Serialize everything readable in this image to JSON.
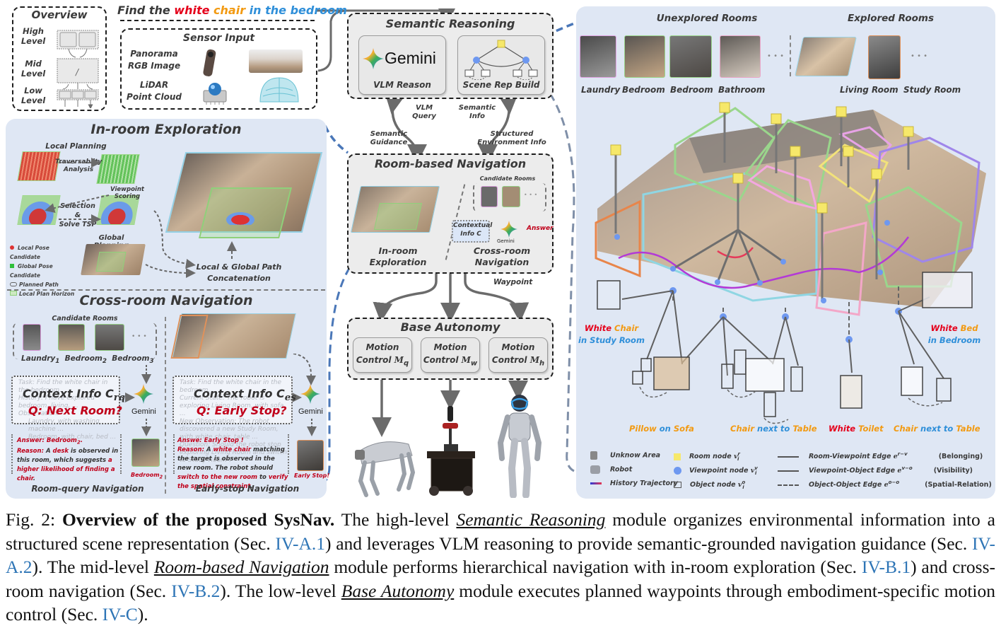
{
  "query": {
    "prefix": "Find the",
    "white": "white",
    "chair": "chair",
    "suffix": "in the bedroom"
  },
  "overview": {
    "title": "Overview",
    "levels": [
      "High\nLevel",
      "Mid\nLevel",
      "Low\nLevel"
    ],
    "high": "High",
    "mid": "Mid",
    "low": "Low",
    "level": "Level",
    "slash": "/"
  },
  "sensor": {
    "title": "Sensor Input",
    "rows": [
      {
        "line1": "Panorama",
        "line2": "RGB Image"
      },
      {
        "line1": "LiDAR",
        "line2": "Point Cloud"
      }
    ]
  },
  "semantic": {
    "title": "Semantic Reasoning",
    "vlm_label": "VLM Reason",
    "gemini": "Gemini",
    "scene_label": "Scene Rep Build",
    "arrows": {
      "vlm_query": [
        "VLM",
        "Query"
      ],
      "semantic_info": [
        "Semantic",
        "Info"
      ],
      "semantic_guidance": [
        "Semantic",
        "Guidance"
      ],
      "structured": [
        "Structured",
        "Environment Info"
      ]
    }
  },
  "room_nav": {
    "title": "Room-based Navigation",
    "candidate_rooms": "Candidate Rooms",
    "contextual": [
      "Contextual",
      "Info C"
    ],
    "answer": "Answer",
    "gemini": "Gemini",
    "inroom": [
      "In-room",
      "Exploration"
    ],
    "crossroom": [
      "Cross-room",
      "Navigation"
    ],
    "waypoint": "Waypoint"
  },
  "base": {
    "title": "Base Autonomy",
    "controls": [
      {
        "line1": "Motion",
        "line2": "Control",
        "sym": "M",
        "sub": "q"
      },
      {
        "line1": "Motion",
        "line2": "Control",
        "sym": "M",
        "sub": "w"
      },
      {
        "line1": "Motion",
        "line2": "Control",
        "sym": "M",
        "sub": "h"
      }
    ],
    "robots": [
      "quadruped-robot",
      "wheeled-robot",
      "humanoid-robot"
    ]
  },
  "inroom": {
    "title": "In-room Exploration",
    "local_planning": "Local Planning",
    "traversability": [
      "Traversablity",
      "Analysis"
    ],
    "viewpoint": [
      "Viewpoint",
      "Scoring"
    ],
    "selection": [
      "Selection &",
      "Solve TSP"
    ],
    "global_planning": "Global Planning",
    "concat": [
      "Local & Global Path",
      "Concatenation"
    ],
    "legend": [
      "Local Pose Candidate",
      "Global Pose Candidate",
      "Planned Path",
      "Local Plan Horizon"
    ]
  },
  "crossroom": {
    "title": "Cross-room Navigation",
    "candidate_rooms": "Candidate Rooms",
    "rooms": [
      {
        "name": "Laundry",
        "sub": "1"
      },
      {
        "name": "Bedroom",
        "sub": "2"
      },
      {
        "name": "Bedroom",
        "sub": "3"
      }
    ],
    "rq": {
      "context": "Context Info C",
      "sub": "rq",
      "q": "Q: Next Room?",
      "faint": [
        "Task: Find the white chair in the bedroom.",
        "History: I have explored bedroom, living, ...",
        "Observation:",
        "Laundry, with washing machine ...",
        "Bedroom, with chair, bed ...",
        "Question: Which room should be explored next?"
      ],
      "answer_label": "Answer: Bedroom",
      "answer_sub": "2",
      "reason": [
        "Reason:",
        " A ",
        "desk",
        " is observed in this room, which suggests ",
        "a higher likelihood of finding a chair",
        "."
      ],
      "result": "Bedroom",
      "result_sub": "2",
      "footer": "Room-query Navigation"
    },
    "es": {
      "context": "Context Info C",
      "sub": "es",
      "q": "Q: Early Stop?",
      "faint": [
        "Task: Find the white chair in the bedroom.",
        "Current State: The robot is exploring Living Room, with sofa, ...",
        "New Observation: The robot discovered a new Study Room, with white chair, table ...",
        "Question: Should the robot stop exploring Living Room and switch to Study Room ?"
      ],
      "answer_label": "Answe: Early Stop !",
      "reason": [
        "Reason:",
        " A ",
        "white chair",
        " matching the target is observed in the new room. The robot should ",
        "switch to the new room",
        " to ",
        "verify the spatial constraint",
        "."
      ],
      "result": "Early Stop!",
      "footer": "Early-stop Navigation"
    },
    "gemini": "Gemini"
  },
  "scene": {
    "unexplored_title": "Unexplored  Rooms",
    "explored_title": "Explored  Rooms",
    "unexplored": [
      "Laundry",
      "Bedroom",
      "Bedroom",
      "Bathroom"
    ],
    "explored": [
      "Living Room",
      "Study Room"
    ],
    "ellipsis": "• • •",
    "annotations": [
      {
        "parts": [
          [
            "White",
            "red"
          ],
          [
            " Chair",
            "orange"
          ]
        ],
        "line2": "in Study Room"
      },
      {
        "parts": [
          [
            "White",
            "red"
          ],
          [
            "  Bed",
            "orange"
          ]
        ],
        "line2": "in Bedroom"
      }
    ],
    "bottom_labels": [
      [
        [
          "Pillow",
          "orange"
        ],
        [
          "  on  ",
          "blue"
        ],
        [
          "Sofa",
          "orange"
        ]
      ],
      [
        [
          "Chair",
          "orange"
        ],
        [
          " next to ",
          "blue"
        ],
        [
          "Table",
          "orange"
        ]
      ],
      [
        [
          "White",
          "red"
        ],
        [
          "  Toilet",
          "orange"
        ]
      ],
      [
        [
          "Chair",
          "orange"
        ],
        [
          " next to ",
          "blue"
        ],
        [
          "Table",
          "orange"
        ]
      ]
    ],
    "legend": {
      "col1": [
        "Unknow Area",
        "Robot",
        "History Trajectory"
      ],
      "col2": [
        {
          "label": "Room node ",
          "sym": "v",
          "sup": "r",
          "sub": "i"
        },
        {
          "label": "Viewpoint node ",
          "sym": "v",
          "sup": "v",
          "sub": "i"
        },
        {
          "label": "Object node ",
          "sym": "v",
          "sup": "o",
          "sub": "i"
        }
      ],
      "col3": [
        {
          "label": "Room-Viewpoint Edge ",
          "sup": "r−v",
          "kind": "(Belonging)"
        },
        {
          "label": "Viewpoint-Object Edge ",
          "sup": "v−o",
          "kind": "(Visibility)"
        },
        {
          "label": "Object-Object Edge ",
          "sup": "o−o",
          "kind": "(Spatial-Relation)"
        }
      ]
    }
  },
  "caption": {
    "fig": "Fig. 2: ",
    "bold": "Overview of the proposed SysNav.",
    "t1": " The high-level ",
    "u1": "Semantic Reasoning",
    "t2": " module organizes environmental information into a structured scene representation (Sec. ",
    "l1": "IV-A.1",
    "t3": ") and leverages VLM reasoning to provide semantic-grounded navigation guidance (Sec. ",
    "l2": "IV-A.2",
    "t4": "). The mid-level ",
    "u2": "Room-based Navigation",
    "t5": " module performs hierarchical navigation with in-room exploration (Sec. ",
    "l3": "IV-B.1",
    "t6": ") and cross-room navigation (Sec. ",
    "l4": "IV-B.2",
    "t7": "). The low-level ",
    "u3": "Base Autonomy",
    "t8": " module executes planned waypoints through embodiment-specific motion control (Sec. ",
    "l5": "IV-C",
    "t9": ")."
  },
  "colors": {
    "panel": "#dfe7f4",
    "box": "#ececec",
    "link": "#2e75b6",
    "answer_red": "#c0001a",
    "connector_blue": "#4a77b8"
  }
}
